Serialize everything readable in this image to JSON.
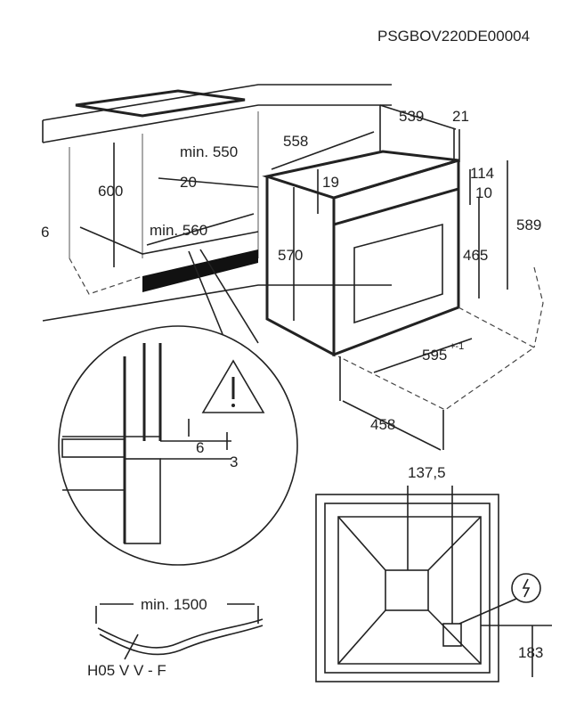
{
  "model_code": "PSGBOV220DE00004",
  "cabinet": {
    "height": "600",
    "min_depth": "min. 550",
    "gap": "20",
    "min_width": "min. 560",
    "side": "6"
  },
  "oven": {
    "depth_total": "558",
    "depth_body": "539",
    "front": "21",
    "top_gap": "19",
    "body_height": "570",
    "panel": "114",
    "panel_gap": "10",
    "door_height": "465",
    "total_height": "589",
    "width": "595",
    "width_tolerance": "+-1",
    "rear_depth": "458"
  },
  "detail": {
    "gap_6": "6",
    "gap_3": "3"
  },
  "rear_view": {
    "offset": "137,5",
    "height_socket": "183"
  },
  "cable": {
    "min_length": "min. 1500",
    "type": "H05 V V - F"
  }
}
